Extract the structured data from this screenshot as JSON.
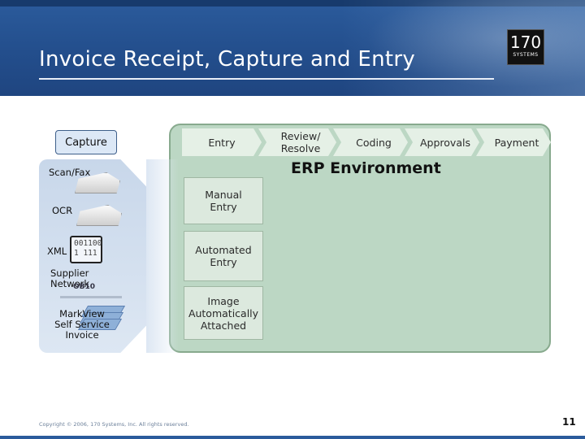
{
  "slide": {
    "title": "Invoice Receipt, Capture and Entry",
    "logo": {
      "number": "170",
      "sub": "SYSTEMS"
    },
    "footer": "Copyright © 2006, 170 Systems, Inc.  All rights reserved.",
    "page_number": "11"
  },
  "capture": {
    "header": "Capture",
    "sources": {
      "scan_fax": "Scan/Fax",
      "ocr": "OCR",
      "xml": "XML",
      "xml_code": "001100\n1 111",
      "supplier_network": "Supplier\nNetwork",
      "ob10": "OB10",
      "markview": "MarkView\nSelf Service\nInvoice"
    }
  },
  "process": {
    "steps": [
      "Entry",
      "Review/\nResolve",
      "Coding",
      "Approvals",
      "Payment"
    ]
  },
  "erp": {
    "title": "ERP Environment",
    "entry_types": [
      "Manual\nEntry",
      "Automated\nEntry",
      "Image\nAutomatically\nAttached"
    ]
  },
  "colors": {
    "header": "#2b5b9c",
    "erp_fill": "#bcd7c4",
    "step_fill": "#e5f0e6",
    "capture_fill": "#dce8f6"
  }
}
